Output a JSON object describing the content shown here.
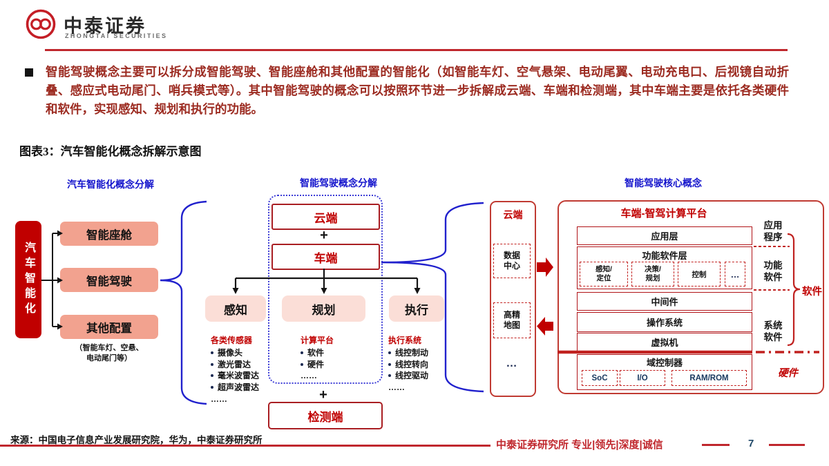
{
  "header": {
    "logo_cn": "中泰证券",
    "logo_en": "ZHONGTAI SECURITIES"
  },
  "intro": {
    "text": "智能驾驶概念主要可以拆分成智能驾驶、智能座舱和其他配置的智能化（如智能车灯、空气悬架、电动尾翼、电动充电口、后视镜自动折叠、感应式电动尾门、哨兵模式等）。其中智能驾驶的概念可以按照环节进一步拆解成云端、车端和检测端，其中车端主要是依托各类硬件和软件，实现感知、规划和执行的功能。"
  },
  "figure_title": "图表3：汽车智能化概念拆解示意图",
  "left": {
    "header": "汽车智能化概念分解",
    "root": "汽车智能化",
    "items": [
      "智能座舱",
      "智能驾驶",
      "其他配置"
    ],
    "note": "（智能车灯、空悬、\n电动尾门等）"
  },
  "middle": {
    "header": "智能驾驶概念分解",
    "cloud": "云端",
    "plus": "+",
    "vehicle": "车端",
    "branches": [
      "感知",
      "规划",
      "执行"
    ],
    "lists": [
      {
        "title": "各类传感器",
        "items": [
          "摄像头",
          "激光雷达",
          "毫米波雷达",
          "超声波雷达"
        ],
        "more": "……"
      },
      {
        "title": "计算平台",
        "items": [
          "软件",
          "硬件"
        ],
        "more": "……"
      },
      {
        "title": "执行系统",
        "items": [
          "线控制动",
          "线控转向",
          "线控驱动"
        ],
        "more": "……"
      }
    ],
    "plus2": "+",
    "detect": "检测端"
  },
  "right": {
    "header": "智能驾驶核心概念",
    "cloud": {
      "title": "云端",
      "node1": "数据\n中心",
      "node2": "高精\n地图",
      "more": "…"
    },
    "platform": {
      "title": "车端-智驾计算平台",
      "app_layer": "应用层",
      "func_layer": {
        "title": "功能软件层",
        "modules": [
          "感知/\n定位",
          "决策/\n规划",
          "控制",
          "…"
        ]
      },
      "middleware": "中间件",
      "os": "操作系统",
      "vm": "虚拟机",
      "domain": {
        "title": "域控制器",
        "chips": [
          "SoC",
          "I/O",
          "RAM/ROM"
        ]
      }
    },
    "labels": {
      "app": "应用\n程序",
      "func": "功能\n软件",
      "sys": "系统\n软件",
      "software": "软件",
      "hardware": "硬件"
    }
  },
  "source": "来源：中国电子信息产业发展研究院，华为，中泰证券研究所",
  "footer": {
    "slogan": "中泰证券研究所 专业|领先|深度|诚信",
    "page": "7"
  },
  "colors": {
    "brand_red": "#c0272d",
    "box_red": "#c00000",
    "salmon": "#f2a28f",
    "pale_pink": "#fbded7",
    "header_blue": "#1414cc",
    "brace_blue": "#2121cd",
    "navy": "#17375e",
    "intro_red": "#9c2b21"
  }
}
